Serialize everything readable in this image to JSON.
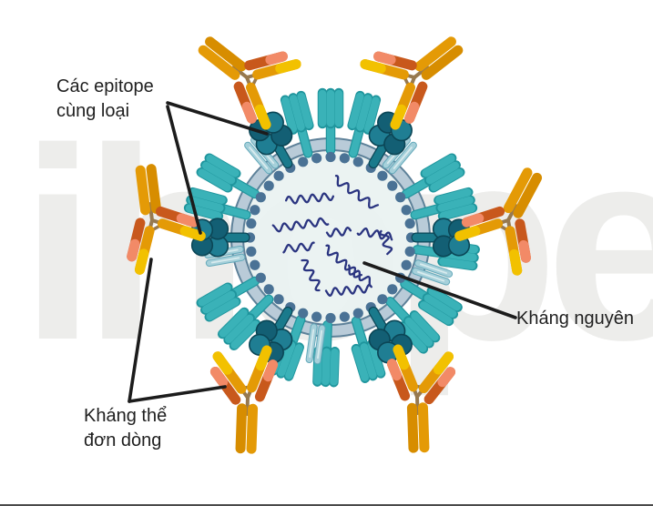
{
  "watermark": "ihope",
  "labels": {
    "epitope": {
      "line1": "Các epitope",
      "line2": "cùng loại"
    },
    "antibody": {
      "line1": "Kháng thể",
      "line2": "đơn dòng"
    },
    "antigen": "Kháng nguyên"
  },
  "colors": {
    "background": "#ffffff",
    "watermark": "#ededeb",
    "spike_teal": "#3ab2b8",
    "spike_teal_dark": "#1f959d",
    "spike_light_blue": "#a6d0da",
    "spike_light_blue_dark": "#64a9ba",
    "spike_light_blue_stripe": "#d8ebee",
    "membrane_band": "#b9cbd8",
    "membrane_outline": "#5e8199",
    "capsid_dot": "#4a7295",
    "interior": "#e9f2f1",
    "rna": "#2a3480",
    "epitope_stem": "#1a7a8c",
    "epitope_light": "#1f7e93",
    "epitope_dark": "#135f74",
    "epitope_outline": "#0b4656",
    "ab_orange": "#e49a06",
    "ab_orange2": "#d78d00",
    "ab_yellow": "#f2c100",
    "ab_dark_orange": "#c8581c",
    "ab_coral": "#f28a67",
    "ab_hinge": "#97794f",
    "pointer_line": "#1c1c1c",
    "label_text": "#1f1f1f"
  }
}
